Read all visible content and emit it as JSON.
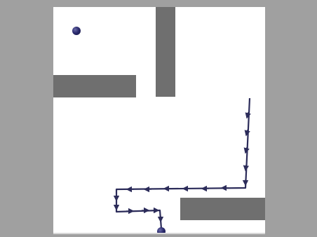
{
  "scene": {
    "background_color": "#a0a0a0",
    "arena_color": "#ffffff",
    "wall_color": "#6f6f6f",
    "agent_color": "#2b2b6e",
    "path_color": "#2c2c5a",
    "objects": {
      "goal_marker": "sphere-goal",
      "robot": "sphere-agent",
      "path": "traversed-trajectory-arrows"
    }
  }
}
